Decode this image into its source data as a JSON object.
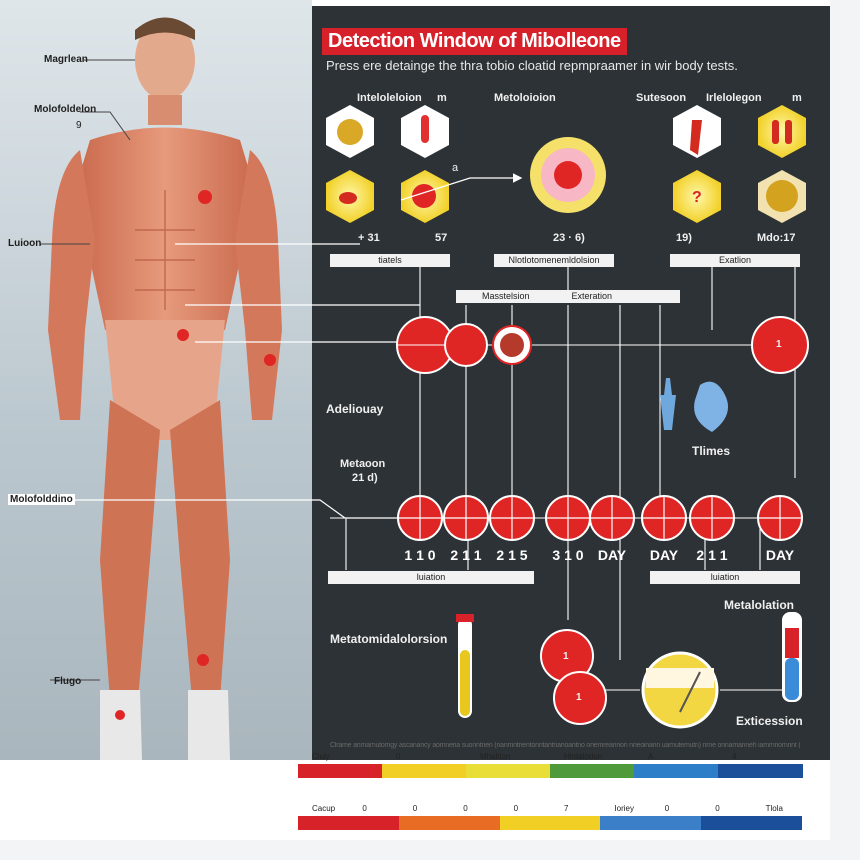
{
  "title": "Detection Window of Mibolleone",
  "subtitle": "Press ere detainge the thra tobio cloatid repmpraamer in wir body tests.",
  "body_labels": {
    "l1": "Magrlean",
    "l2": "Molofoldelon",
    "l2b": "9",
    "l3": "Luioon",
    "l4": "Molofolddino",
    "l5": "Flugo"
  },
  "top_groups": {
    "g1_title": "Inteloleloion",
    "g1_m": "m",
    "g1_a": "a",
    "g1_val1": "+ 31",
    "g1_val2": "57",
    "g2_title": "Metoloioion",
    "g2_val": "23 · 6)",
    "g3_title1": "Sutesoon",
    "g3_title2": "Irlelolegon",
    "g3_m": "m",
    "g3_val1": "19)",
    "g3_val2": "Mdo:17"
  },
  "boxes": {
    "b1": "tiatels",
    "b2": "Nlotlotomenemldolsion",
    "b3": "Exatlion",
    "b4a": "Masstelsion",
    "b4b": "Exteration"
  },
  "mid_labels": {
    "adel": "Adeliouay",
    "metas": "Metaoon",
    "metas2": "21 d)",
    "times": "Tlimes"
  },
  "days": [
    "1 1 0",
    "2 1 1",
    "2 1 5",
    "3 1 0",
    "DAY",
    "DAY",
    "2 1 1",
    "DAY"
  ],
  "bottom_boxes": {
    "left": "luiation",
    "right": "luiation"
  },
  "bottom": {
    "meta_label": "Metatomidalolorsion",
    "right_top": "Metalolation",
    "right_bottom": "Exticession",
    "circle1": "1",
    "circle2": "1",
    "red_circle_label": "1"
  },
  "footnote": "Clrame anmamutomgy ascanancy aomneria suonntnen (nanmntnentonntantnanoantno onemreannon nneoinann uamutemutn) nrne onnamanneh iammnomnnt (annnea)",
  "scale1": {
    "labels": [
      "Ciuiy",
      "0",
      "Mhaltion",
      "Hlotalodon",
      "A",
      "4"
    ],
    "colors": [
      "#d8222a",
      "#f2cf24",
      "#e9de38",
      "#4f9a3a",
      "#2b7ec7",
      "#1b4f9a"
    ]
  },
  "scale2": {
    "labels": [
      "Cacup",
      "0",
      "0",
      "0",
      "0",
      "7",
      "Ioriey",
      "0",
      "0",
      "Tlola"
    ],
    "colors": [
      "#d8222a",
      "#e86c24",
      "#f2cf24",
      "#3a7fc8",
      "#1b4f9a"
    ]
  }
}
